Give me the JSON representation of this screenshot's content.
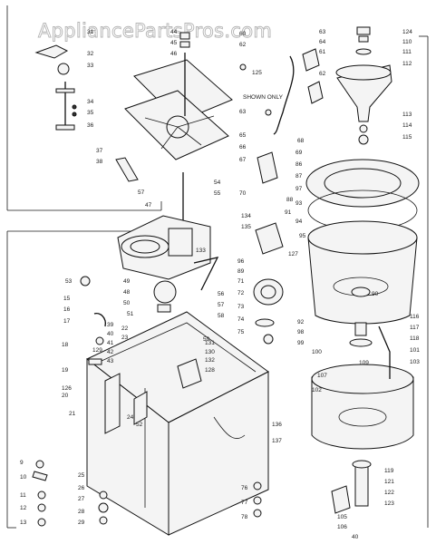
{
  "watermark": "AppliancePartsPros.com",
  "handwritten_note": "SHOWN ONLY",
  "callouts": [
    {
      "id": "c1",
      "text": "124"
    },
    {
      "id": "c2",
      "text": "110"
    },
    {
      "id": "c3",
      "text": "111"
    },
    {
      "id": "c4",
      "text": "112"
    },
    {
      "id": "c5",
      "text": "113"
    },
    {
      "id": "c6",
      "text": "114"
    },
    {
      "id": "c7",
      "text": "115"
    },
    {
      "id": "c8",
      "text": "116"
    },
    {
      "id": "c9",
      "text": "117"
    },
    {
      "id": "c10",
      "text": "118"
    },
    {
      "id": "c11",
      "text": "101"
    },
    {
      "id": "c12",
      "text": "103"
    },
    {
      "id": "c13",
      "text": "100"
    },
    {
      "id": "c14",
      "text": "102"
    },
    {
      "id": "c15",
      "text": "107"
    },
    {
      "id": "c16",
      "text": "109"
    },
    {
      "id": "c17",
      "text": "92"
    },
    {
      "id": "c18",
      "text": "98"
    },
    {
      "id": "c19",
      "text": "99"
    },
    {
      "id": "c20",
      "text": "90"
    },
    {
      "id": "c21",
      "text": "95"
    },
    {
      "id": "c22",
      "text": "93"
    },
    {
      "id": "c23",
      "text": "94"
    },
    {
      "id": "c24",
      "text": "62"
    },
    {
      "id": "c25",
      "text": "63"
    },
    {
      "id": "c26",
      "text": "64"
    },
    {
      "id": "c27",
      "text": "60"
    },
    {
      "id": "c28",
      "text": "57"
    },
    {
      "id": "c29",
      "text": "125"
    },
    {
      "id": "c30",
      "text": "61"
    },
    {
      "id": "c31",
      "text": "62"
    },
    {
      "id": "c32",
      "text": "63"
    },
    {
      "id": "c33",
      "text": "65"
    },
    {
      "id": "c34",
      "text": "66"
    },
    {
      "id": "c35",
      "text": "67"
    },
    {
      "id": "c36",
      "text": "68"
    },
    {
      "id": "c37",
      "text": "69"
    },
    {
      "id": "c38",
      "text": "70"
    },
    {
      "id": "c39",
      "text": "86"
    },
    {
      "id": "c40",
      "text": "87"
    },
    {
      "id": "c41",
      "text": "88"
    },
    {
      "id": "c42",
      "text": "89"
    },
    {
      "id": "c43",
      "text": "91"
    },
    {
      "id": "c44",
      "text": "53"
    },
    {
      "id": "c45",
      "text": "54"
    },
    {
      "id": "c46",
      "text": "55"
    },
    {
      "id": "c47",
      "text": "47"
    },
    {
      "id": "c48",
      "text": "48"
    },
    {
      "id": "c49",
      "text": "49"
    },
    {
      "id": "c50",
      "text": "50"
    },
    {
      "id": "c51",
      "text": "51"
    },
    {
      "id": "c52",
      "text": "56"
    },
    {
      "id": "c53",
      "text": "57"
    },
    {
      "id": "c54",
      "text": "58"
    },
    {
      "id": "c55",
      "text": "59"
    },
    {
      "id": "c56",
      "text": "31"
    },
    {
      "id": "c57",
      "text": "32"
    },
    {
      "id": "c58",
      "text": "33"
    },
    {
      "id": "c59",
      "text": "34"
    },
    {
      "id": "c60",
      "text": "35"
    },
    {
      "id": "c61",
      "text": "36"
    },
    {
      "id": "c62",
      "text": "37"
    },
    {
      "id": "c63",
      "text": "38"
    },
    {
      "id": "c64",
      "text": "44"
    },
    {
      "id": "c65",
      "text": "45"
    },
    {
      "id": "c66",
      "text": "46"
    },
    {
      "id": "c67",
      "text": "134"
    },
    {
      "id": "c68",
      "text": "135"
    },
    {
      "id": "c69",
      "text": "126"
    },
    {
      "id": "c70",
      "text": "127"
    },
    {
      "id": "c71",
      "text": "128"
    },
    {
      "id": "c72",
      "text": "129"
    },
    {
      "id": "c73",
      "text": "130"
    },
    {
      "id": "c74",
      "text": "131"
    },
    {
      "id": "c75",
      "text": "132"
    },
    {
      "id": "c76",
      "text": "133"
    },
    {
      "id": "c77",
      "text": "136"
    },
    {
      "id": "c78",
      "text": "137"
    },
    {
      "id": "c79",
      "text": "15"
    },
    {
      "id": "c80",
      "text": "16"
    },
    {
      "id": "c81",
      "text": "17"
    },
    {
      "id": "c82",
      "text": "18"
    },
    {
      "id": "c83",
      "text": "19"
    },
    {
      "id": "c84",
      "text": "20"
    },
    {
      "id": "c85",
      "text": "21"
    },
    {
      "id": "c86",
      "text": "22"
    },
    {
      "id": "c87",
      "text": "23"
    },
    {
      "id": "c88",
      "text": "24"
    },
    {
      "id": "c89",
      "text": "25"
    },
    {
      "id": "c90",
      "text": "26"
    },
    {
      "id": "c91",
      "text": "27"
    },
    {
      "id": "c92",
      "text": "28"
    },
    {
      "id": "c93",
      "text": "29"
    },
    {
      "id": "c94",
      "text": "39"
    },
    {
      "id": "c95",
      "text": "40"
    },
    {
      "id": "c96",
      "text": "41"
    },
    {
      "id": "c97",
      "text": "42"
    },
    {
      "id": "c98",
      "text": "43"
    },
    {
      "id": "c99",
      "text": "52"
    },
    {
      "id": "c100",
      "text": "9"
    },
    {
      "id": "c101",
      "text": "10"
    },
    {
      "id": "c102",
      "text": "11"
    },
    {
      "id": "c103",
      "text": "12"
    },
    {
      "id": "c104",
      "text": "13"
    },
    {
      "id": "c105",
      "text": "72"
    },
    {
      "id": "c106",
      "text": "73"
    },
    {
      "id": "c107",
      "text": "74"
    },
    {
      "id": "c108",
      "text": "75"
    },
    {
      "id": "c109",
      "text": "76"
    },
    {
      "id": "c110",
      "text": "77"
    },
    {
      "id": "c111",
      "text": "78"
    },
    {
      "id": "c112",
      "text": "119"
    },
    {
      "id": "c113",
      "text": "121"
    },
    {
      "id": "c114",
      "text": "122"
    },
    {
      "id": "c115",
      "text": "123"
    },
    {
      "id": "c116",
      "text": "105"
    },
    {
      "id": "c117",
      "text": "106"
    },
    {
      "id": "c118",
      "text": "40"
    },
    {
      "id": "c119",
      "text": "71"
    },
    {
      "id": "c120",
      "text": "96"
    },
    {
      "id": "c121",
      "text": "97"
    }
  ]
}
